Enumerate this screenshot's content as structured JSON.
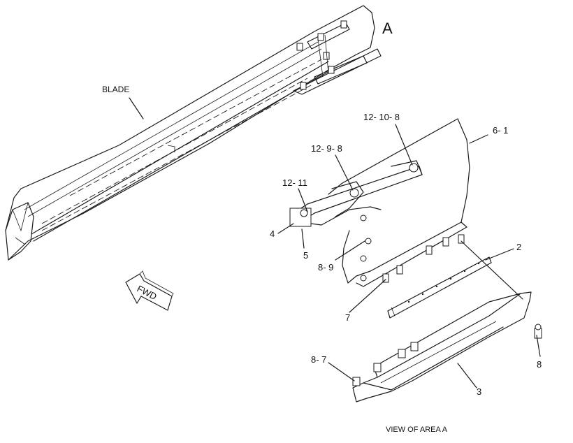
{
  "view_letter": "A",
  "fwd_arrow_text": "FWD",
  "caption": "VIEW OF AREA A",
  "callouts": {
    "blade": "BLADE",
    "c_6_1": "6- 1",
    "c_12_10_8": "12- 10- 8",
    "c_12_9_8": "12- 9- 8",
    "c_12_11": "12- 11",
    "c_4": "4",
    "c_5": "5",
    "c_8_9": "8- 9",
    "c_7": "7",
    "c_2": "2",
    "c_8": "8",
    "c_8_7": "8- 7",
    "c_3": "3"
  }
}
